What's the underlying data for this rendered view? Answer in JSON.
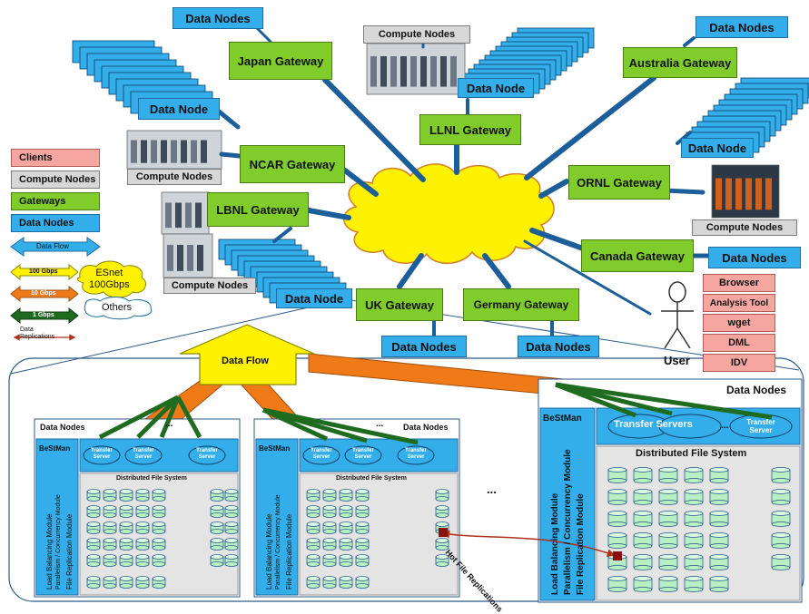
{
  "gateways": {
    "japan": "Japan Gateway",
    "llnl": "LLNL Gateway",
    "australia": "Australia Gateway",
    "ncar": "NCAR Gateway",
    "ornl": "ORNL Gateway",
    "lbnl": "LBNL Gateway",
    "canada": "Canada Gateway",
    "uk": "UK Gateway",
    "germany": "Germany Gateway"
  },
  "data_nodes": {
    "plural": "Data Nodes",
    "singular": "Data Node"
  },
  "compute_nodes": "Compute Nodes",
  "legend": {
    "clients": "Clients",
    "compute_nodes": "Compute Nodes",
    "gateways": "Gateways",
    "data_nodes": "Data Nodes",
    "data_flow": "Data Flow",
    "gbps_100": "100 Gbps",
    "gbps_10": "10 Gbps",
    "gbps_1": "1 Gbps",
    "data_replications": "Data\nReplications",
    "esnet": "ESnet\n100Gbps",
    "others": "Others"
  },
  "user": {
    "label": "User",
    "tools": [
      "Browser",
      "Analysis Tool",
      "wget",
      "DML",
      "IDV"
    ]
  },
  "detail": {
    "data_flow": "Data Flow",
    "data_nodes": "Data Nodes",
    "bestman": "BeStMan",
    "transfer_server": "Transfer\nServer",
    "transfer_servers": "Transfer Servers",
    "dfs": "Distributed File System",
    "modules": [
      "Load Balancing Module",
      "Parallelism / Concurrency Module",
      "File Replication Module"
    ],
    "ellipsis": "...",
    "hot_file": "Hot File Replications"
  },
  "colors": {
    "gateway": "#7fcc2a",
    "data_node": "#33aeea",
    "compute_node": "#d7d7d7",
    "client": "#f6a6a0",
    "cloud": "#fff200",
    "arrow_100g": "#fff200",
    "arrow_10g": "#f07a18",
    "arrow_1g": "#1f6b1f",
    "replication": "#b0301a"
  }
}
